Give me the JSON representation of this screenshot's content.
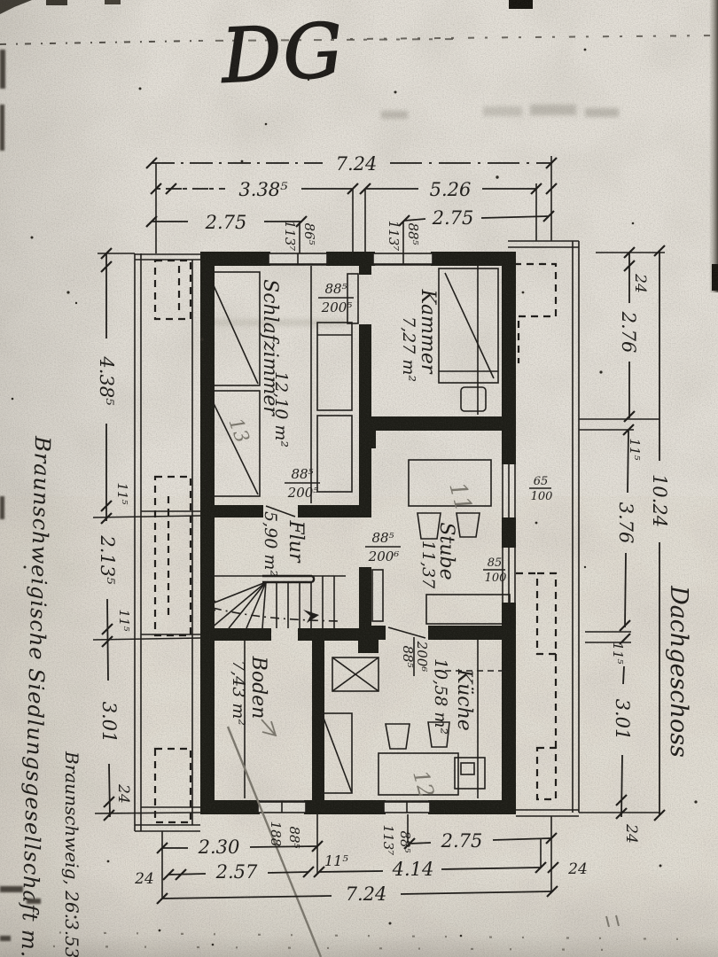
{
  "sheet": {
    "floor_code": "DG",
    "floor_name": "Dachgeschoss",
    "company_line": "Braunschweigische  Siedlungsgesellschaft m.b.",
    "city_date_line": "Braunschweig, 26.3.53"
  },
  "colors": {
    "paper": "#dedbd3",
    "ink": "#1d1b18",
    "pencil": "#6b675e"
  },
  "rooms": {
    "schlafzimmer": {
      "name": "Schlafzimmer",
      "area": "12,10 m²"
    },
    "kammer": {
      "name": "Kammer",
      "area": "7,27 m²"
    },
    "flur": {
      "name": "Flur",
      "area": "5,90 m²"
    },
    "stube": {
      "name": "Stube",
      "area": "11,37"
    },
    "boden": {
      "name": "Boden",
      "area": "7,43 m²"
    },
    "kueche": {
      "name": "Küche",
      "area": "10,58 m²"
    }
  },
  "dimensions": {
    "overall_width": "7.24",
    "overall_width_bottom": "7.24",
    "overall_depth": "10.24",
    "top": {
      "row2_left": "3.38⁵",
      "row2_right": "5.26",
      "row3_left": "2.75",
      "row3_right": "2.75"
    },
    "left": {
      "seg1": "4.38⁵",
      "wall1": "11⁵",
      "seg2": "2.13⁵",
      "wall2": "11⁵",
      "seg3": "3.01",
      "seg4": "24"
    },
    "right": {
      "seg0": "24",
      "seg1": "2.76",
      "wall1": "11⁵",
      "seg2": "3.76",
      "wall2": "11⁵",
      "seg3": "3.01",
      "seg4": "24"
    },
    "bottom": {
      "rowA_left": "2.30",
      "rowA_right": "2.75",
      "rowB_1": "24",
      "rowB_2": "2.57",
      "rowB_3": "11⁵",
      "rowB_4": "4.14",
      "rowB_5": "24"
    }
  },
  "openings": {
    "window_top_left": {
      "w": "86⁵",
      "h": "113⁷"
    },
    "window_top_right": {
      "w": "88⁵",
      "h": "113⁷"
    },
    "window_bottom_left": {
      "w": "88⁵",
      "h": "188"
    },
    "window_bottom_right": {
      "w": "88⁵",
      "h": "113⁷"
    },
    "window_stube_upper": {
      "w": "65",
      "h": "100"
    },
    "window_stube_lower": {
      "w": "85",
      "h": "100"
    },
    "door_schlafzimmer_kammer": {
      "w": "88⁵",
      "h": "200⁵"
    },
    "door_flur_schlafzimmer": {
      "w": "88⁵",
      "h": "200⁵"
    },
    "door_flur_stube": {
      "w": "88⁵",
      "h": "200⁶"
    },
    "door_stube_kueche": {
      "w": "88⁵",
      "h": "200⁶"
    }
  },
  "pencil_notes": {
    "stube": "11",
    "kueche": "12",
    "schlafzimmer": "13"
  }
}
